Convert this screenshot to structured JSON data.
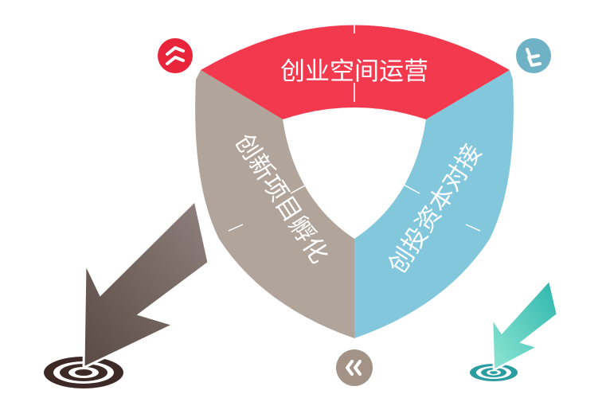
{
  "diagram": {
    "segments": [
      {
        "label": "创业空间运营",
        "color": "#f2394e"
      },
      {
        "label": "创新项目孵化",
        "color": "#b1a49a"
      },
      {
        "label": "创投资本对接",
        "color": "#82c7dc"
      }
    ],
    "icons": {
      "top_left": {
        "name": "double-chevron-up-icon",
        "color": "#e8253a"
      },
      "top_right": {
        "name": "double-chevron-down-icon",
        "color": "#6fb2c6"
      },
      "bottom": {
        "name": "double-chevron-left-icon",
        "color": "#a39286"
      }
    },
    "arrows": {
      "left": {
        "color": "#6b5a55"
      },
      "right": {
        "color": "#3fbfb4"
      }
    }
  }
}
